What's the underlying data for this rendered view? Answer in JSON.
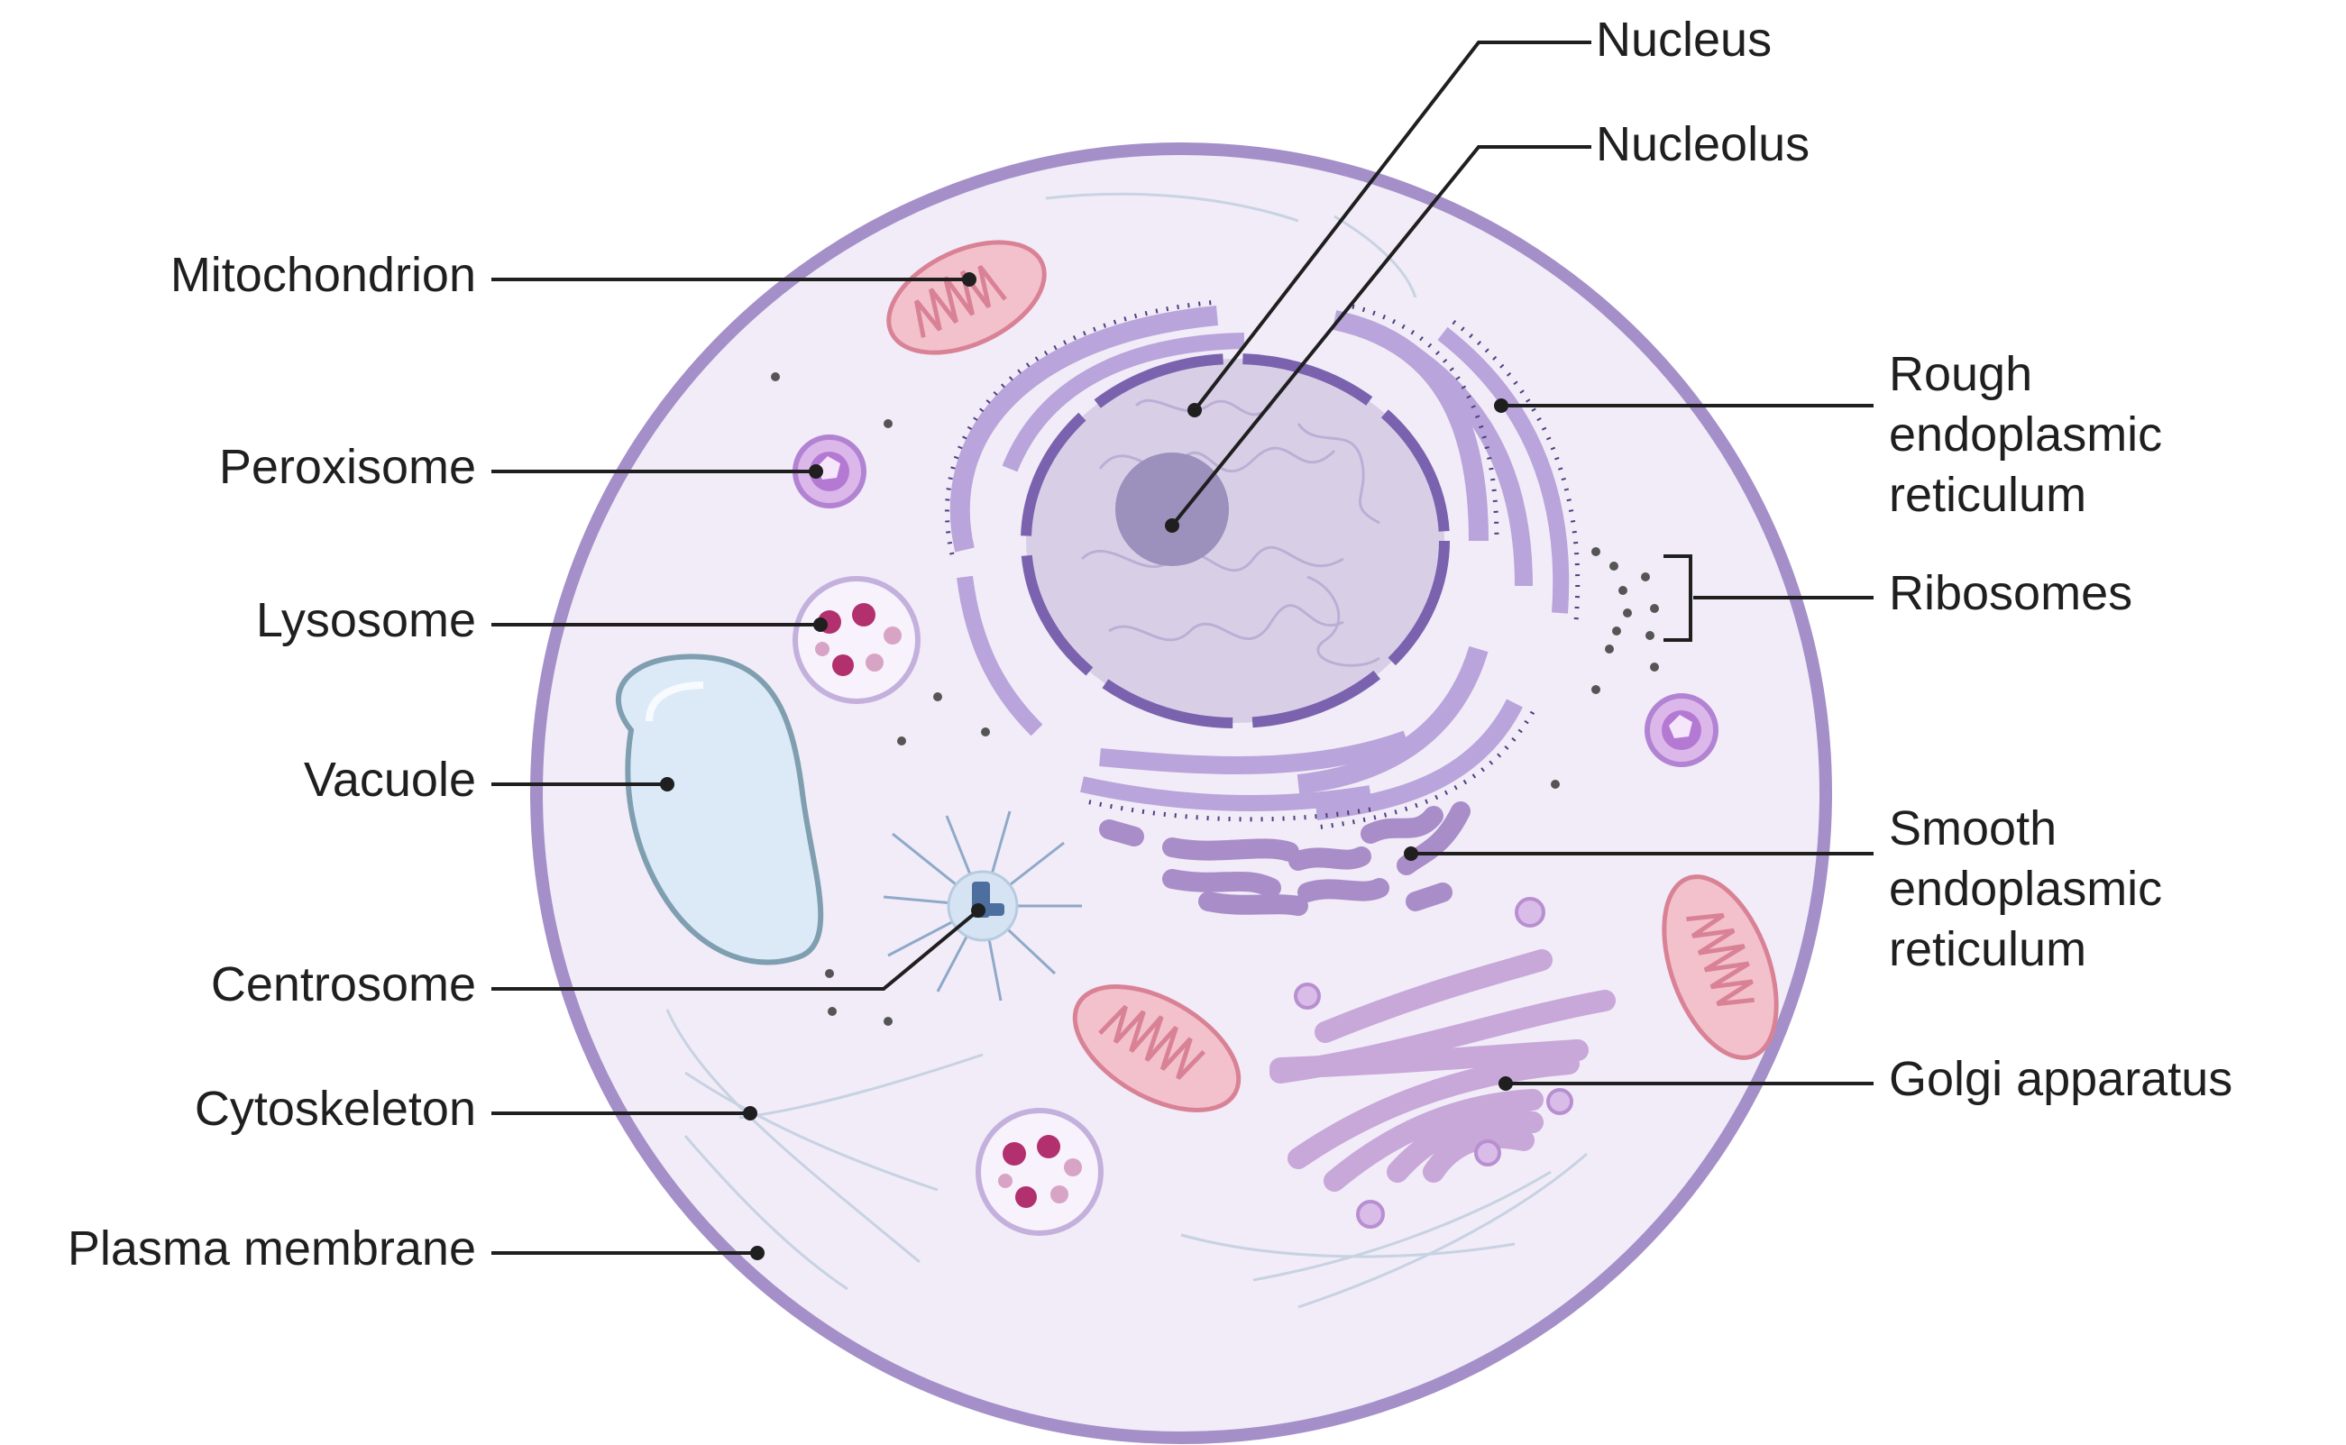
{
  "labels": {
    "nucleus": "Nucleus",
    "nucleolus": "Nucleolus",
    "mitochondrion": "Mitochondrion",
    "peroxisome": "Peroxisome",
    "lysosome": "Lysosome",
    "vacuole": "Vacuole",
    "centrosome": "Centrosome",
    "cytoskeleton": "Cytoskeleton",
    "plasma_membrane": "Plasma membrane",
    "rough_er": [
      "Rough",
      "endoplasmic",
      "reticulum"
    ],
    "ribosomes": "Ribosomes",
    "smooth_er": [
      "Smooth",
      "endoplasmic",
      "reticulum"
    ],
    "golgi": "Golgi apparatus"
  },
  "colors": {
    "cytoplasm": "#f1ecf8",
    "membrane": "#a48fc9",
    "nucleus_fill": "#d8cfe6",
    "nucleolus": "#9c90bd",
    "er": "#9b85c4",
    "mitochondrion": "#f3c1cb",
    "lysosome_dot": "#b3306f",
    "vacuole": "#dceaf8",
    "golgi": "#c8a7d9"
  }
}
